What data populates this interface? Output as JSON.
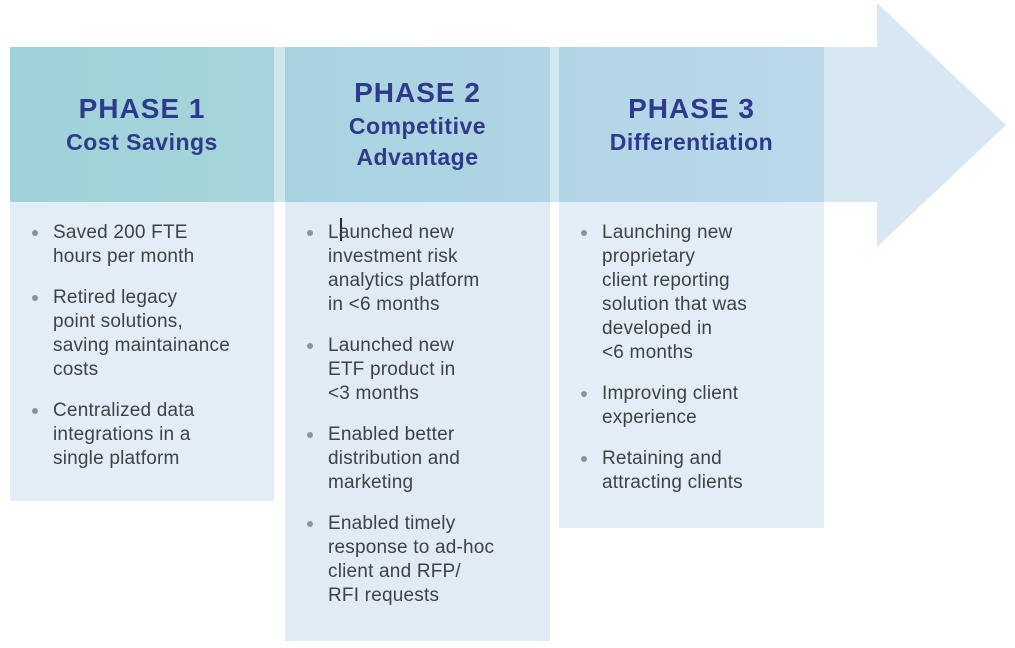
{
  "diagram": {
    "type": "process-arrow",
    "arrow": {
      "shape": "right-arrow",
      "gradient_start": "#cbe7ea",
      "gradient_end": "#d9e7f4"
    },
    "colors": {
      "title_text": "#2e3a8c",
      "body_text": "#3f4245",
      "bullet_dot": "#8d9296",
      "phase1_header": "#a2d3da",
      "phase2_header": "#acd4e0",
      "phase3_header": "#b6d6e8",
      "phase1_body": "#e3edf7",
      "phase2_body": "#e0ebf6",
      "phase3_body": "#e2edf7",
      "background": "#ffffff"
    },
    "phases": [
      {
        "title": "PHASE 1",
        "subtitle": "Cost Savings",
        "bullets": [
          "Saved 200 FTE\nhours per month",
          "Retired legacy\npoint solutions,\nsaving maintainance\ncosts",
          "Centralized data\nintegrations in a\nsingle platform"
        ]
      },
      {
        "title": "PHASE 2",
        "subtitle": "Competitive\nAdvantage",
        "bullets": [
          "Launched new\ninvestment risk\nanalytics platform\nin <6 months",
          "Launched new\nETF product in\n<3 months",
          "Enabled better\ndistribution and\nmarketing",
          "Enabled timely\nresponse to ad-hoc\nclient and RFP/\nRFI requests"
        ]
      },
      {
        "title": "PHASE 3",
        "subtitle": "Differentiation",
        "bullets": [
          "Launching new\nproprietary\nclient reporting\nsolution that was\ndeveloped in\n<6 months",
          "Improving client\nexperience",
          "Retaining and\nattracting clients"
        ]
      }
    ]
  }
}
